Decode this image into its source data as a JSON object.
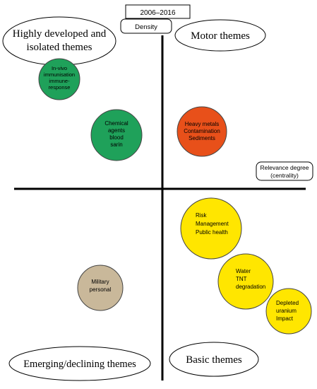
{
  "period_label": "2006–2016",
  "y_axis_label": "Density",
  "x_axis_label": [
    "Relevance degree",
    "(centrality)"
  ],
  "quadrants": {
    "top_left": [
      "Highly developed and",
      "isolated themes"
    ],
    "top_right": [
      "Motor themes"
    ],
    "bottom_left": [
      "Emerging/declining themes"
    ],
    "bottom_right": [
      "Basic themes"
    ]
  },
  "themes": [
    {
      "id": "in-vivo",
      "lines": [
        "In-vivo",
        "immunisation",
        "immune-",
        "response"
      ],
      "color": "#1fa15a"
    },
    {
      "id": "chemical-agents",
      "lines": [
        "Chemical",
        "agents",
        "blood",
        "sarin"
      ],
      "color": "#1fa15a"
    },
    {
      "id": "heavy-metals",
      "lines": [
        "Heavy metals",
        "Contamination",
        "Sediments"
      ],
      "color": "#e8501a"
    },
    {
      "id": "risk-management",
      "lines": [
        "Risk",
        "Management",
        "Public health"
      ],
      "color": "#ffe600"
    },
    {
      "id": "military-personal",
      "lines": [
        "Military",
        "personal"
      ],
      "color": "#c9b89a"
    },
    {
      "id": "water-tnt",
      "lines": [
        "Water",
        "TNT",
        "degradation"
      ],
      "color": "#ffe600"
    },
    {
      "id": "depleted-uranium",
      "lines": [
        "Depleted",
        "uranium",
        "Impact"
      ],
      "color": "#ffe600"
    }
  ],
  "colors": {
    "axis": "#000000",
    "outline": "#444444"
  }
}
